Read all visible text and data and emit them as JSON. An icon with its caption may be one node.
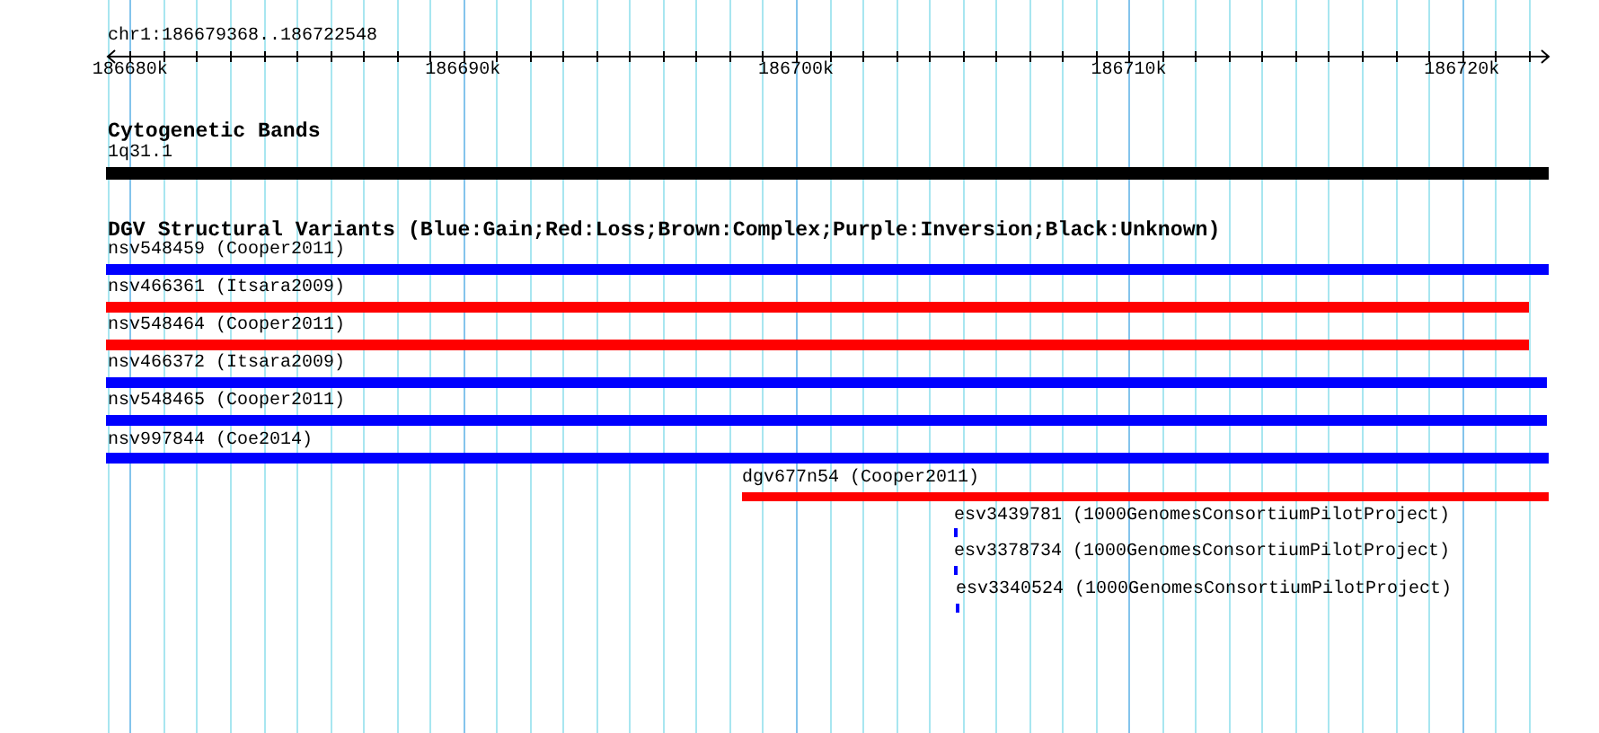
{
  "diagram": {
    "nodes": [
      {
        "text": [
          "1q31.1"
        ]
      },
      {
        "text": [
          "nsv548459 (Cooper2011)"
        ]
      },
      {
        "text": [
          "nsv466361 (Itsara2009)"
        ]
      },
      {
        "text": [
          "nsv548464 (Cooper2011)"
        ]
      },
      {
        "text": [
          "nsv466372 (Itsara2009)"
        ]
      },
      {
        "text": [
          "nsv548465 (Cooper2011)"
        ]
      },
      {
        "text": [
          "nsv997844 (Coe2014)"
        ]
      },
      {
        "text": [
          "dgv677n54 (Cooper2011)"
        ]
      },
      {
        "text": [
          "esv3439781 (1000GenomesConsortiumPilotProject)"
        ]
      },
      {
        "text": [
          "esv3378734 (1000GenomesConsortiumPilotProject)"
        ]
      },
      {
        "text": [
          "esv3340524 (1000GenomesConsortiumPilotProject)"
        ]
      }
    ],
    "labels": [
      "chr1:186679368..186722548",
      "186680k",
      "186690k",
      "186700k",
      "186710k",
      "186720k",
      "Cytogenetic Bands",
      "DGV Structural Variants (Blue:Gain;Red:Loss;Brown:Complex;Purple:Inversion;Black:Unknown)"
    ]
  }
}
